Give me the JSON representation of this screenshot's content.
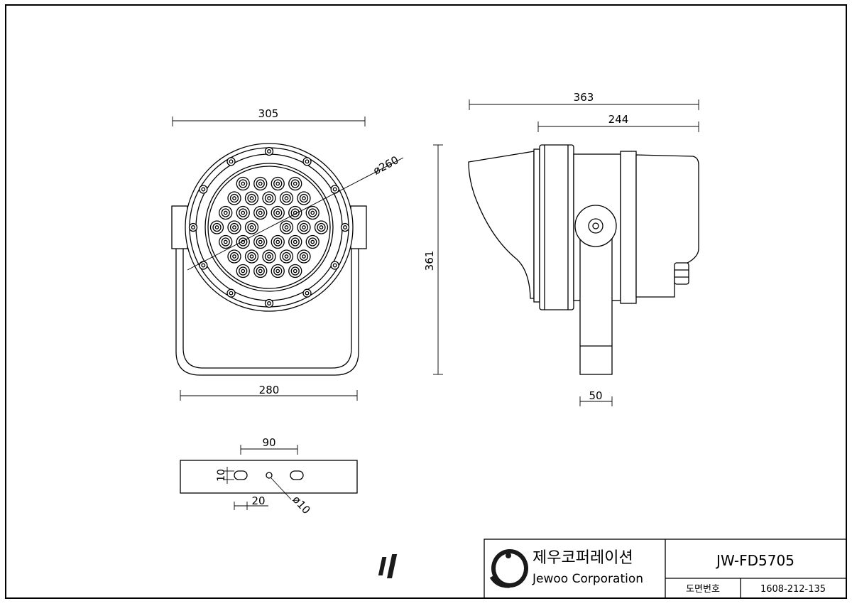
{
  "front_view": {
    "width_label": "305",
    "diameter_label": "ø260",
    "bracket_width_label": "280",
    "led_count": 37
  },
  "side_view": {
    "length_label": "363",
    "body_length_label": "244",
    "height_label": "361",
    "arm_width_label": "50"
  },
  "bracket_plate": {
    "hole_spacing_label": "90",
    "slot_height_label": "10",
    "slot_offset_label": "20",
    "hole_diameter_label": "ø10"
  },
  "title_block": {
    "company_korean": "제우코퍼레이션",
    "company_english": "Jewoo Corporation",
    "model": "JW-FD5705",
    "drawing_no_label": "도면번호",
    "drawing_no": "1608-212-135"
  }
}
